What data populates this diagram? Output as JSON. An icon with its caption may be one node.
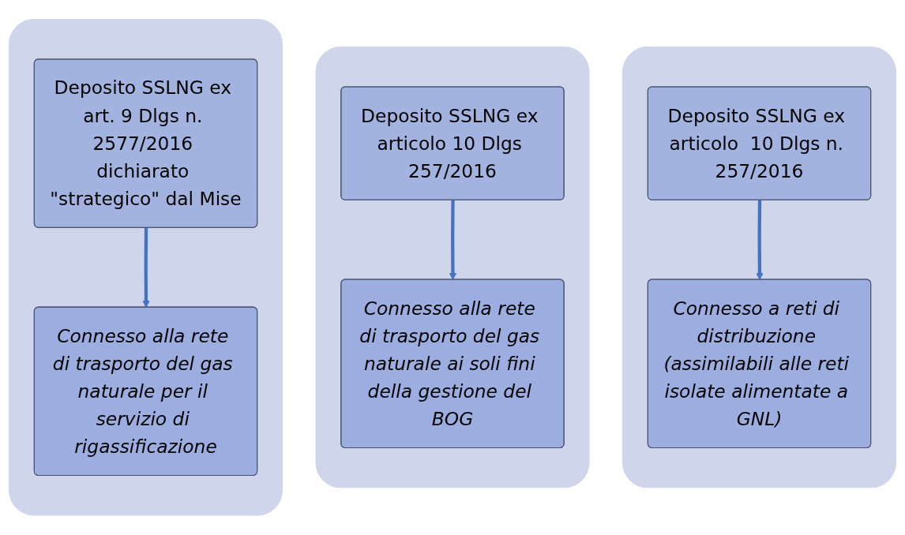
{
  "diagram": {
    "nodes": [
      {
        "text": [],
        "shape": "box"
      },
      {
        "text": [
          "Deposito SSLNG ex art. 9 Dlgs n. 2577/2016 dichiarato \"strategico\" dal Mise"
        ],
        "in": 0
      },
      {
        "text": [
          "Connesso alla rete di trasporto del gas naturale per il servizio di rigassificazione"
        ],
        "in": 0
      },
      {
        "text": [],
        "shape": "box"
      },
      {
        "text": [
          "Deposito SSLNG ex articolo 10 Dlgs 257/2016"
        ],
        "in": 3
      },
      {
        "text": [
          "Connesso alla rete di trasporto del gas naturale ai soli fini della gestione del BOG"
        ],
        "in": 3
      },
      {
        "text": [],
        "shape": "box"
      },
      {
        "text": [
          "Deposito SSLNG ex articolo  10 Dlgs n. 257/2016"
        ],
        "in": 6
      },
      {
        "text": [
          "Connesso a reti di distribuzione (assimilabili alle reti isolate alimentate a GNL)"
        ],
        "in": 6
      }
    ],
    "edges": [
      {
        "from": 1,
        "to": 2,
        "arrow": "to"
      },
      {
        "from": 4,
        "to": 5,
        "arrow": "to"
      },
      {
        "from": 7,
        "to": 8,
        "arrow": "to"
      }
    ]
  }
}
